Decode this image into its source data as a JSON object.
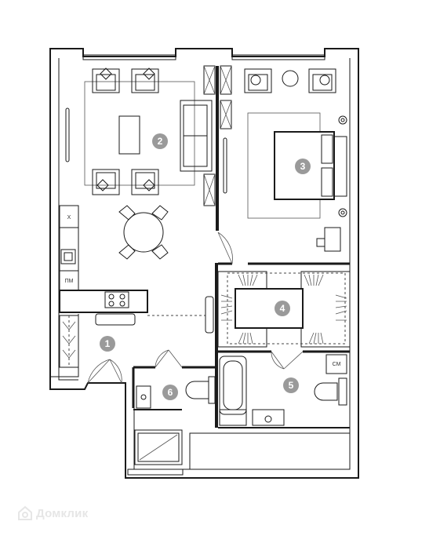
{
  "rooms": [
    {
      "id": "1",
      "label": "1"
    },
    {
      "id": "2",
      "label": "2"
    },
    {
      "id": "3",
      "label": "3"
    },
    {
      "id": "4",
      "label": "4"
    },
    {
      "id": "5",
      "label": "5"
    },
    {
      "id": "6",
      "label": "6"
    }
  ],
  "appliances": {
    "fridge": "Х",
    "dishwasher": "ПМ",
    "washer": "СМ"
  },
  "watermark": {
    "text": "Домклик",
    "icon": "house-logo-icon",
    "color": "#e6e6e6"
  },
  "colors": {
    "wall": "#1a1a1a",
    "badge": "#9a9a9a",
    "background": "#ffffff"
  }
}
